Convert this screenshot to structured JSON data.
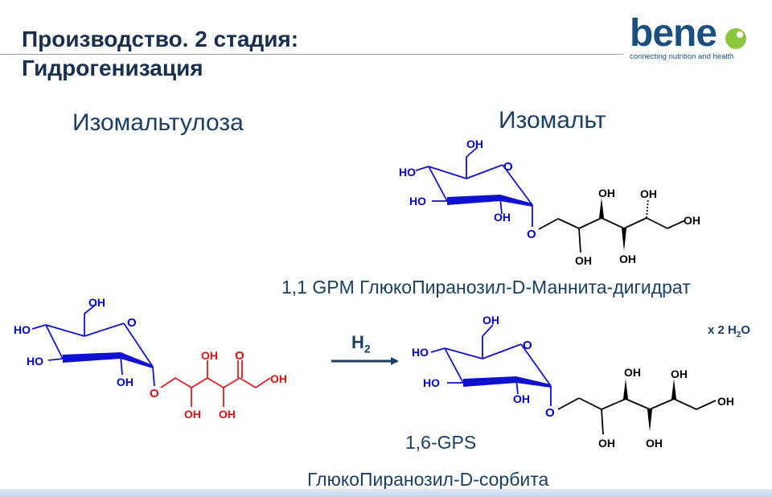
{
  "slide": {
    "title_line1": "Производство. 2 стадия:",
    "title_line2": "Гидрогенизация"
  },
  "logo": {
    "word": "bene",
    "tagline": "connecting nutrition and health",
    "colors": {
      "text": "#1b4f82",
      "dot": "#8cc63f"
    }
  },
  "compounds": {
    "isomaltulose": {
      "name": "Изомальтулоза"
    },
    "isomalt": {
      "name": "Изомальт"
    },
    "gpm": {
      "name": "1,1 GPM ГлюкоПиранозил-D-Маннита-дигидрат"
    },
    "gps": {
      "name": "1,6-GPS",
      "subname": "ГлюкоПиранозил-D-сорбита"
    }
  },
  "reaction": {
    "reagent_main": "H",
    "reagent_sub": "2",
    "water_prefix": "x 2 H",
    "water_sub": "2",
    "water_suffix": "O"
  },
  "atoms": {
    "oh": "OH",
    "ho": "HO",
    "o": "O"
  },
  "colors": {
    "title": "#1a2f4f",
    "bond_blue": "#1010d0",
    "bond_red": "#e02020",
    "text_blue": "#0000cc",
    "text_red": "#dd1111",
    "arrow": "#1a3f63"
  }
}
